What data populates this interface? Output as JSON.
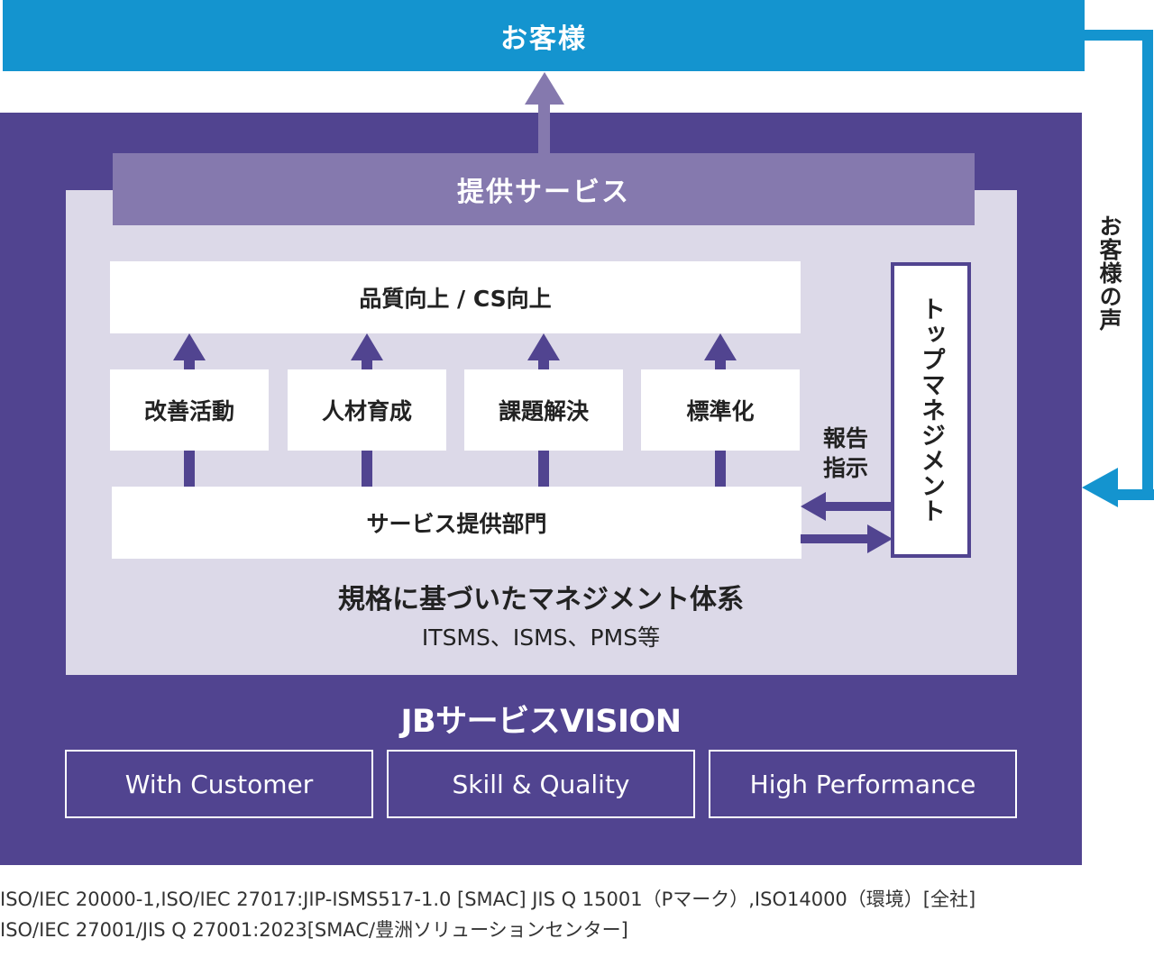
{
  "customer": "お客様",
  "provided_service": "提供サービス",
  "quality": "品質向上 / CS向上",
  "activities": [
    "改善活動",
    "人材育成",
    "課題解決",
    "標準化"
  ],
  "department": "サービス提供部門",
  "top_management": "トップマネジメント",
  "report": "報告",
  "instruct": "指示",
  "customer_voice": "お客様の声",
  "system_title": "規格に基づいたマネジメント体系",
  "system_sub": "ITSMS、ISMS、PMS等",
  "vision_title": "JBサービスVISION",
  "pillars": [
    "With Customer",
    "Skill & Quality",
    "High Performance"
  ],
  "footnotes": [
    "ISO/IEC 20000-1,ISO/IEC 27017:JIP-ISMS517-1.0 [SMAC] JIS Q 15001（Pマーク）,ISO14000（環境）[全社]",
    "ISO/IEC 27001/JIS Q 27001:2023[SMAC/豊洲ソリューションセンター]"
  ],
  "colors": {
    "customer_blue": "#1494cf",
    "outer_purple": "#514490",
    "service_purple": "#8579ae",
    "inner_light": "#dcd9e8"
  }
}
